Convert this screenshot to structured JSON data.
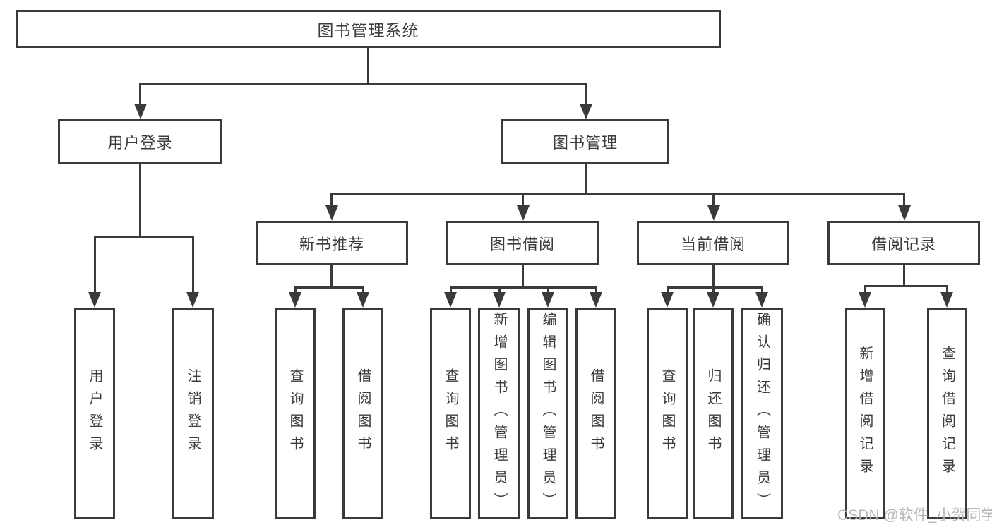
{
  "diagram": {
    "root": {
      "label": "图书管理系统"
    },
    "branches": [
      {
        "label": "用户登录"
      },
      {
        "label": "图书管理"
      }
    ],
    "modules": [
      {
        "label": "新书推荐"
      },
      {
        "label": "图书借阅"
      },
      {
        "label": "当前借阅"
      },
      {
        "label": "借阅记录"
      }
    ],
    "leaves": {
      "user_login": [
        {
          "label": "用户登录"
        },
        {
          "label": "注销登录"
        }
      ],
      "new_book": [
        {
          "label": "查询图书"
        },
        {
          "label": "借阅图书"
        }
      ],
      "book_borrow": [
        {
          "label": "查询图书"
        },
        {
          "label": "新增图书（管理员）"
        },
        {
          "label": "编辑图书（管理员）"
        },
        {
          "label": "借阅图书"
        }
      ],
      "current_borrow": [
        {
          "label": "查询图书"
        },
        {
          "label": "归还图书"
        },
        {
          "label": "确认归还（管理员）"
        }
      ],
      "borrow_record": [
        {
          "label": "新增借阅记录"
        },
        {
          "label": "查询借阅记录"
        }
      ]
    }
  },
  "watermark": {
    "text": "CSDN @软件_小贺同学"
  },
  "colors": {
    "line": "#3a3a3a",
    "text": "#3c3c3c",
    "watermark": "#b3b7bb",
    "background": "#ffffff"
  }
}
